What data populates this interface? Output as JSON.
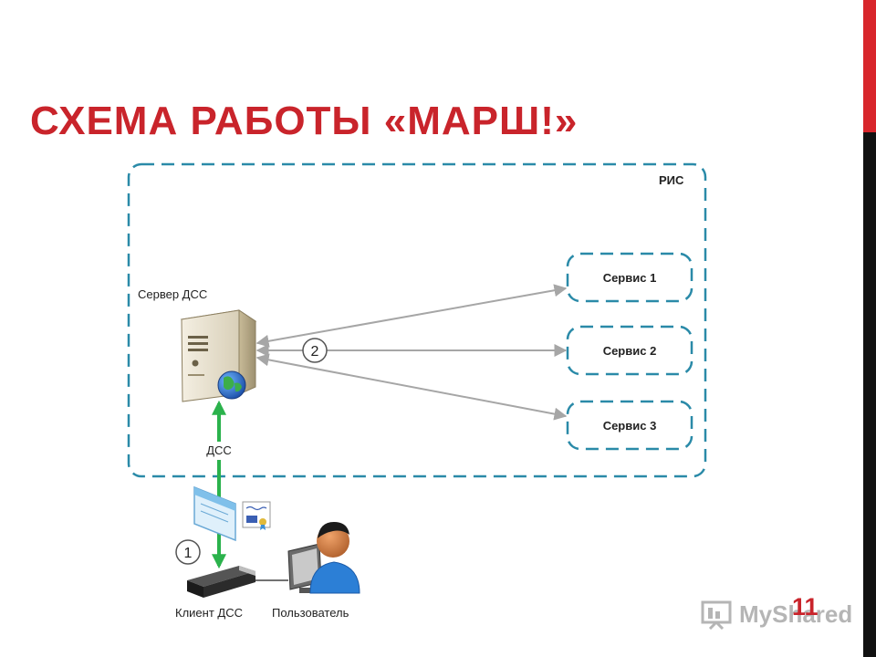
{
  "slide": {
    "title": "СХЕМА РАБОТЫ «МАРШ!»",
    "page_number": "11"
  },
  "diagram": {
    "ris_label": "РИС",
    "server_label": "Сервер ДСС",
    "services": [
      "Сервис 1",
      "Сервис 2",
      "Сервис 3"
    ],
    "step_2": "2",
    "step_1": "1",
    "dss_link_label": "ДСС",
    "client_label": "Клиент ДСС",
    "user_label": "Пользователь"
  },
  "watermark": {
    "text": "MyShared"
  },
  "colors": {
    "accent_red": "#c9242b",
    "dashed_border": "#2a8aa8",
    "green_arrow": "#2bb24c",
    "gray_arrow": "#a6a6a6"
  }
}
